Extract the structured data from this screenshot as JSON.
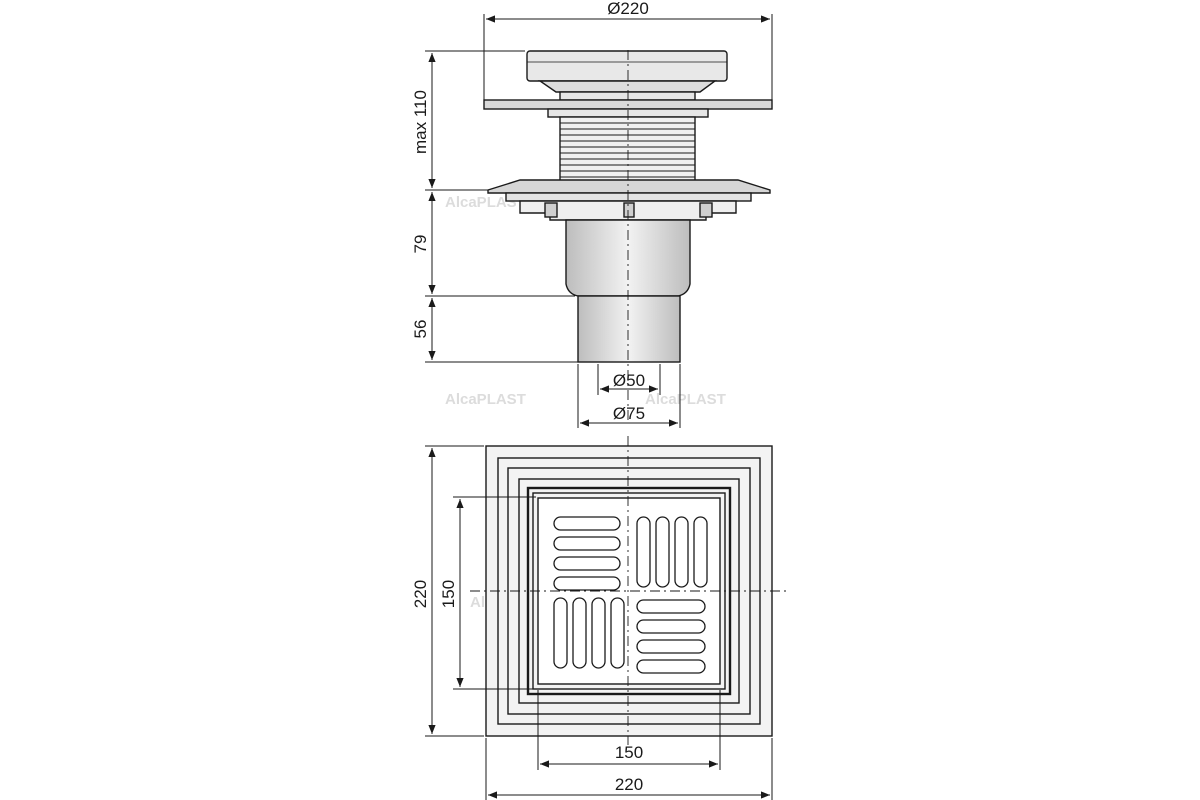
{
  "dimensions": {
    "top_diameter": "Ø220",
    "max_height": "max 110",
    "body_height": "79",
    "outlet_height": "56",
    "outlet_inner_diameter": "Ø50",
    "outlet_outer_diameter": "Ø75",
    "frame_height": "220",
    "grate_height": "150",
    "grate_width": "150",
    "frame_width": "220"
  },
  "watermark": "AlcaPLAST",
  "colors": {
    "line": "#1a1a1a",
    "fill_light": "#e6e6e6",
    "fill_mid": "#cfcfcf",
    "watermark": "#dcdcdc"
  }
}
